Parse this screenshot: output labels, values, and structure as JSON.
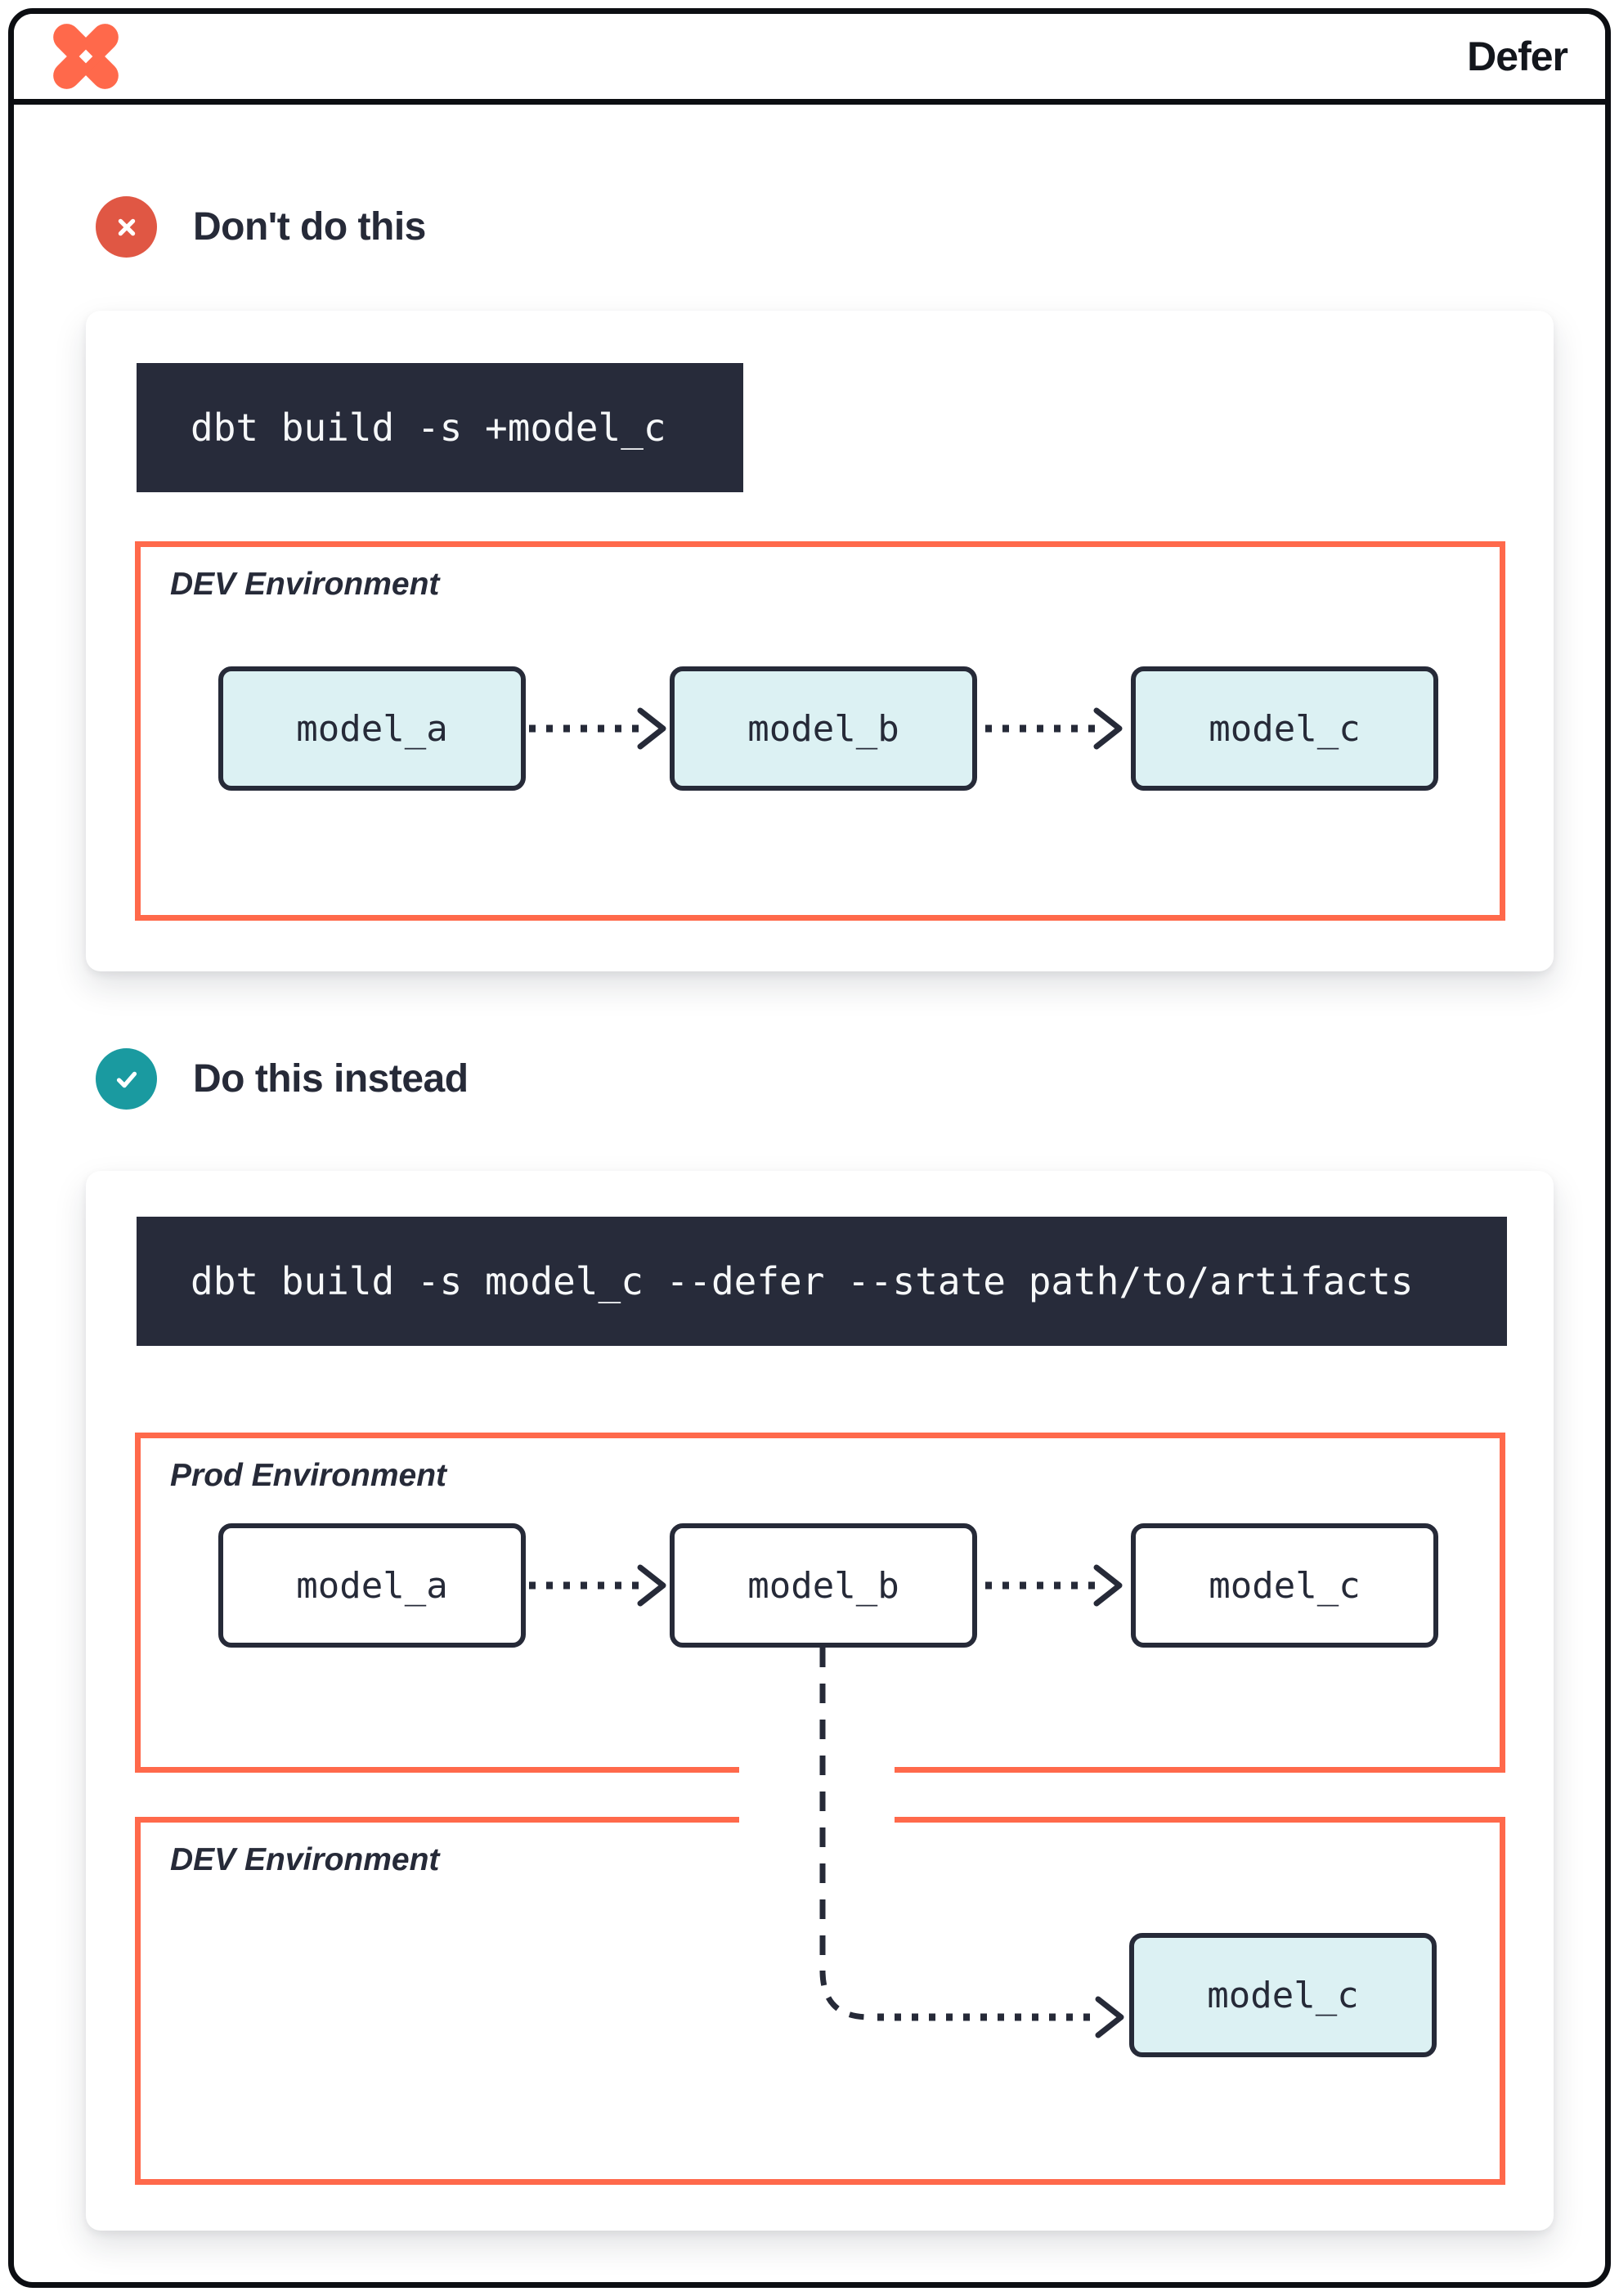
{
  "header": {
    "title": "Defer",
    "logo": "dbt-logo"
  },
  "colors": {
    "accent_orange": "#ff694b",
    "navy": "#262a38",
    "code_background": "#272b3a",
    "model_fill_teal": "#dcf1f3",
    "badge_red": "#e05744",
    "badge_teal": "#1a9aa0",
    "frame_border": "#0c0e12"
  },
  "sections": [
    {
      "icon": "x-circle-icon",
      "title": "Don't do this",
      "command": "dbt build -s +model_c",
      "environments": [
        {
          "label": "DEV Environment",
          "models": [
            "model_a",
            "model_b",
            "model_c"
          ]
        }
      ]
    },
    {
      "icon": "check-circle-icon",
      "title": "Do this instead",
      "command": "dbt build -s model_c --defer --state path/to/artifacts",
      "environments": [
        {
          "label": "Prod Environment",
          "models": [
            "model_a",
            "model_b",
            "model_c"
          ]
        },
        {
          "label": "DEV Environment",
          "models": [
            "model_c"
          ]
        }
      ]
    }
  ]
}
